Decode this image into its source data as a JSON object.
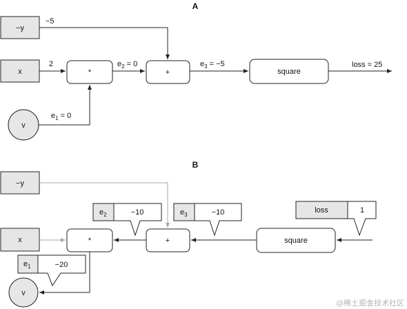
{
  "panel_a": {
    "label": "A",
    "inputs": {
      "neg_y": "−y",
      "x": "x",
      "v": "v"
    },
    "ops": {
      "mul": "*",
      "add": "+",
      "square": "square"
    },
    "edge_labels": {
      "neg_y_value": "−5",
      "x_value": "2",
      "e1_base": "e",
      "e1_sub": "1",
      "e1_rest": " = 0",
      "e2_base": "e",
      "e2_sub": "2",
      "e2_rest": " = 0",
      "e3_base": "e",
      "e3_sub": "3",
      "e3_rest": " = −5",
      "loss": "loss = 25"
    }
  },
  "panel_b": {
    "label": "B",
    "inputs": {
      "neg_y": "−y",
      "x": "x",
      "v": "v"
    },
    "ops": {
      "mul": "*",
      "add": "+",
      "square": "square"
    },
    "callouts": {
      "e2": {
        "base": "e",
        "sub": "2",
        "value": "−10"
      },
      "e3": {
        "base": "e",
        "sub": "3",
        "value": "−10"
      },
      "loss": {
        "name": "loss",
        "value": "1"
      },
      "e1": {
        "base": "e",
        "sub": "1",
        "value": "−20"
      }
    }
  },
  "watermark": "@稀土掘金技术社区"
}
